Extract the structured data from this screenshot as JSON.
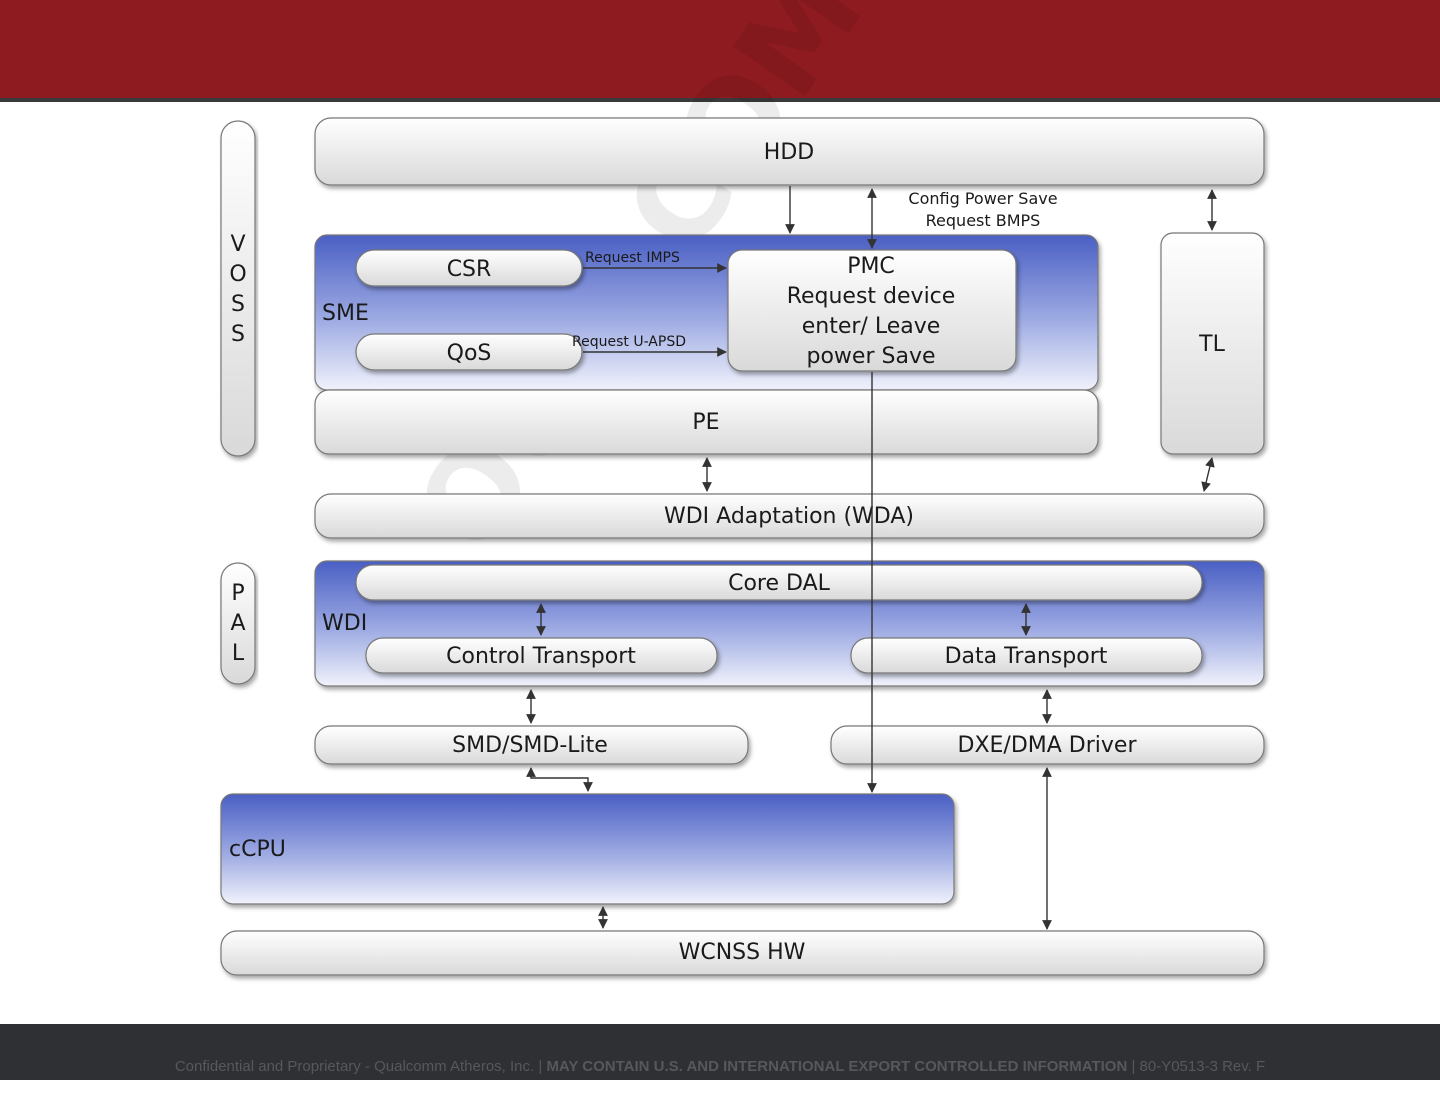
{
  "diagram": {
    "hdd": "HDD",
    "voss_letters": [
      "V",
      "O",
      "S",
      "S"
    ],
    "pal_letters": [
      "P",
      "A",
      "L"
    ],
    "sme": "SME",
    "csr": "CSR",
    "qos": "QoS",
    "pmc_lines": [
      "PMC",
      "Request device",
      "enter/ Leave",
      "power Save"
    ],
    "request_imps": "Request IMPS",
    "request_uapsd": "Request U-APSD",
    "config_power_save": "Config Power Save",
    "request_bmps": "Request BMPS",
    "tl": "TL",
    "pe": "PE",
    "wda": "WDI Adaptation (WDA)",
    "wdi": "WDI",
    "core_dal": "Core DAL",
    "control_transport": "Control Transport",
    "data_transport": "Data Transport",
    "smd": "SMD/SMD-Lite",
    "dxe": "DXE/DMA Driver",
    "ccpu": "cCPU",
    "wcnss_hw": "WCNSS HW",
    "watermark": "QUALCOMM"
  },
  "footer": {
    "confidential": "Confidential and Proprietary - Qualcomm Atheros, Inc.",
    "separator": "|",
    "export_notice": "MAY CONTAIN U.S. AND INTERNATIONAL EXPORT CONTROLLED INFORMATION",
    "doc_number": "80-Y0513-3  Rev. F"
  },
  "colors": {
    "header_red": "#8e1b20",
    "footer_dark": "#2f3033",
    "blue_gradient_top": "#4a5fc4",
    "blue_gradient_bottom": "#f0f2fb"
  }
}
